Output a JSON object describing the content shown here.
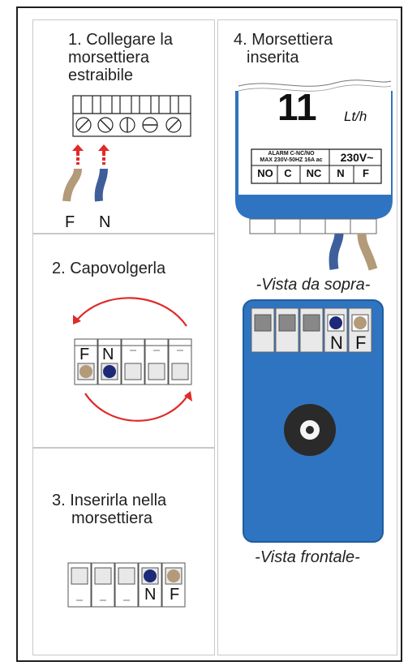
{
  "step1": {
    "lines": [
      "1. Collegare la",
      "morsettiera",
      "estraibile"
    ]
  },
  "step2": {
    "lines": [
      "2. Capovolgerla"
    ]
  },
  "step3": {
    "lines": [
      "3. Inserirla nella",
      "morsettiera"
    ]
  },
  "step4": {
    "lines": [
      "4. Morsettiera",
      "inserita"
    ]
  },
  "wire_labels": {
    "f": "F",
    "n": "N"
  },
  "device": {
    "flow_value": "11",
    "flow_unit": "Lt/h",
    "alarm_line1": "ALARM C-NC/NO",
    "alarm_line2": "MAX 230V-50HZ 16A ac",
    "voltage": "230V~",
    "terminals": [
      "NO",
      "C",
      "NC",
      "N",
      "F"
    ]
  },
  "captions": {
    "top_view": "-Vista da sopra-",
    "front_view": "-Vista frontale-"
  },
  "colors": {
    "wire_f": "#b39a78",
    "wire_n": "#3e5f9a",
    "device_blue": "#2f74c0",
    "arrow_red": "#e02a2a",
    "dot_blue": "#1d2a78"
  }
}
